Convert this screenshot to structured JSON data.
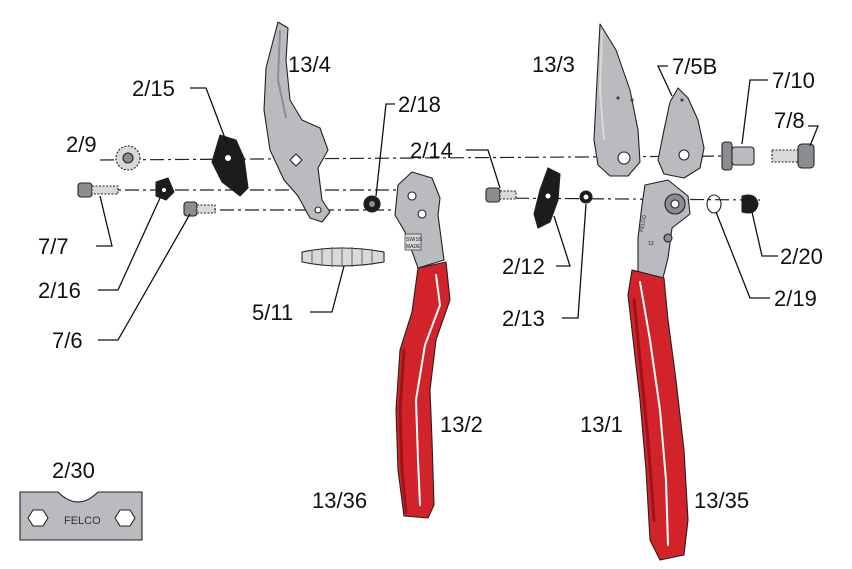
{
  "colors": {
    "handle_red": "#d2232a",
    "handle_red_dark": "#9e1218",
    "metal_grey": "#b9bbbe",
    "metal_dark": "#8a8d91",
    "black_part": "#1c1c1c"
  },
  "callouts": {
    "p13_4": "13/4",
    "p2_15": "2/15",
    "p2_18": "2/18",
    "p2_9": "2/9",
    "p2_14": "2/14",
    "p7_7": "7/7",
    "p2_16": "2/16",
    "p7_6": "7/6",
    "p5_11": "5/11",
    "p13_3": "13/3",
    "p7_5B": "7/5B",
    "p7_10": "7/10",
    "p7_8": "7/8",
    "p2_12": "2/12",
    "p2_20": "2/20",
    "p2_13": "2/13",
    "p2_19": "2/19",
    "p13_2": "13/2",
    "p13_1": "13/1",
    "p13_36": "13/36",
    "p13_35": "13/35",
    "p2_30": "2/30"
  },
  "markings": {
    "tool_brand": "FELCO",
    "handle_mark_1": "SWISS",
    "handle_mark_2": "MADE",
    "handle_mark_model": "13"
  }
}
